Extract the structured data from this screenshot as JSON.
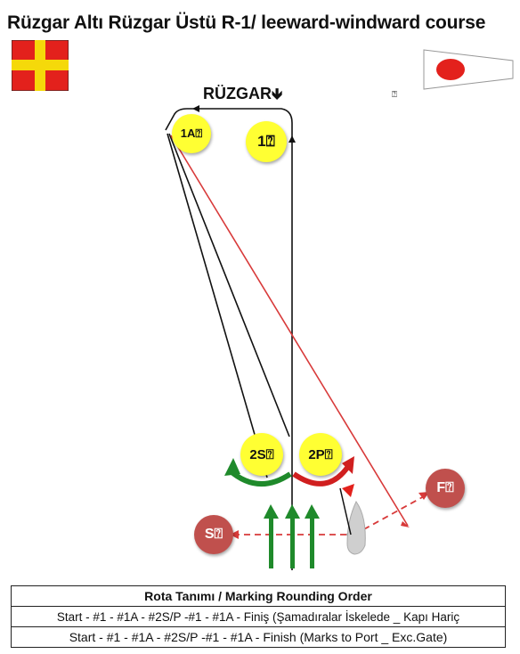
{
  "title": "Rüzgar Altı Rüzgar Üstü R-1/ leeward-windward course",
  "wind_label": "RÜZGAR",
  "wind_arrow": "🡻",
  "stray_glyph": "⍰",
  "colors": {
    "flag_r_yellow": "#f5d90a",
    "flag_r_red": "#e3211c",
    "mark_yellow": "#ffff33",
    "mark_red": "#c0504d",
    "green_arrow": "#1f8a2b",
    "red_arrow": "#d01f1f",
    "course_line": "#111111",
    "red_line": "#d83a3a"
  },
  "marks": {
    "m1a": "1A⍰",
    "m1": "1⍰",
    "m2s": "2S⍰",
    "m2p": "2P⍰",
    "finish": "F⍰",
    "start": "S⍰"
  },
  "table": {
    "header": "Rota Tanımı / Marking Rounding Order",
    "row_tr": "Start - #1 - #1A - #2S/P -#1 - #1A - Finiş (Şamadıralar İskelede _ Kapı Hariç",
    "row_en": "Start - #1 - #1A - #2S/P -#1 - #1A - Finish (Marks to Port _ Exc.Gate)"
  }
}
